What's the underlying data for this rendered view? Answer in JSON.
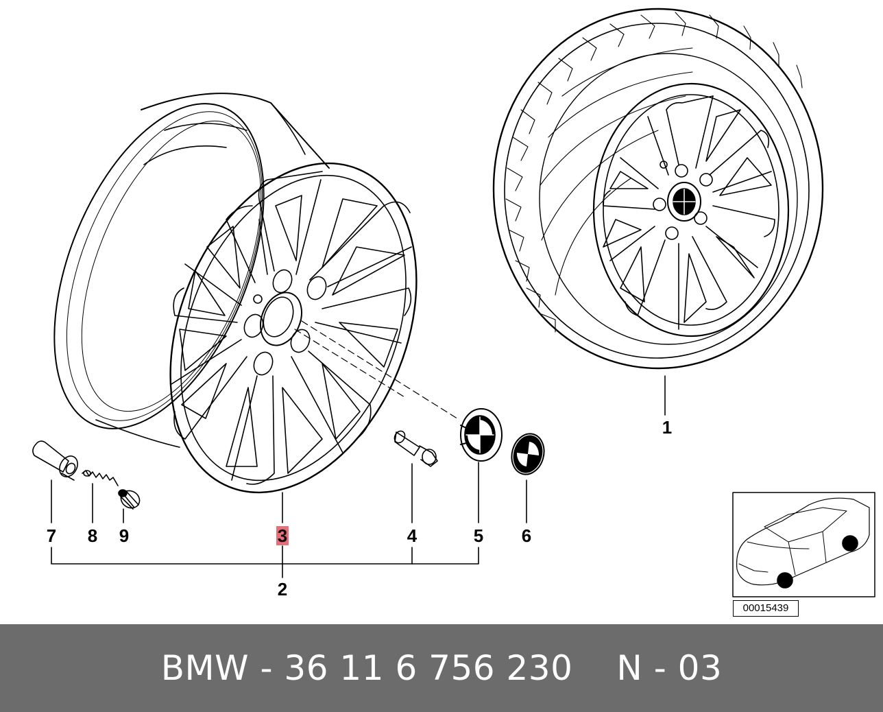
{
  "callouts": {
    "c1": "1",
    "c2": "2",
    "c3": "3",
    "c4": "4",
    "c5": "5",
    "c6": "6",
    "c7": "7",
    "c8": "8",
    "c9": "9"
  },
  "inset": {
    "id_label": "00015439"
  },
  "footer": {
    "part_number": "BMW - 36 11 6 756 230",
    "code": "N - 03"
  },
  "colors": {
    "highlight": "#e86e78",
    "footer_bg": "#6c6c6c",
    "footer_text": "#ffffff"
  }
}
